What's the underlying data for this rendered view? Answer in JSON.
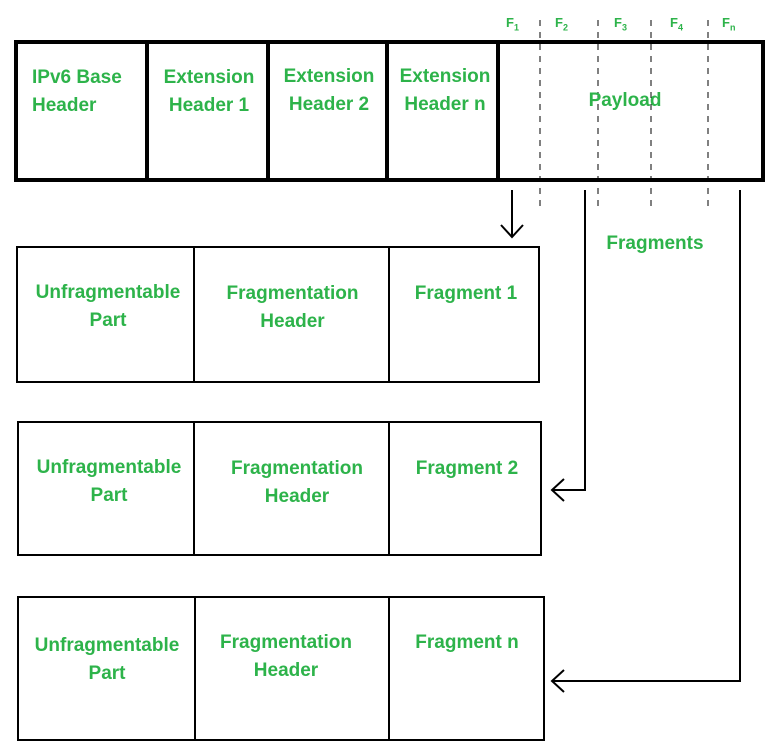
{
  "packet": {
    "fields": [
      {
        "line1": "IPv6 Base",
        "line2": "Header"
      },
      {
        "line1": "Extension",
        "line2": "Header 1"
      },
      {
        "line1": "Extension",
        "line2": "Header 2"
      },
      {
        "line1": "Extension",
        "line2": "Header n"
      }
    ],
    "payload": "Payload"
  },
  "fragment_markers": [
    {
      "letter": "F",
      "sub": "1"
    },
    {
      "letter": "F",
      "sub": "2"
    },
    {
      "letter": "F",
      "sub": "3"
    },
    {
      "letter": "F",
      "sub": "4"
    },
    {
      "letter": "F",
      "sub": "n"
    }
  ],
  "fragments_label": "Fragments",
  "fragments": [
    {
      "unfrag_line1": "Unfragmentable",
      "unfrag_line2": "Part",
      "header_line1": "Fragmentation",
      "header_line2": "Header",
      "name": "Fragment 1"
    },
    {
      "unfrag_line1": "Unfragmentable",
      "unfrag_line2": "Part",
      "header_line1": "Fragmentation",
      "header_line2": "Header",
      "name": "Fragment 2"
    },
    {
      "unfrag_line1": "Unfragmentable",
      "unfrag_line2": "Part",
      "header_line1": "Fragmentation",
      "header_line2": "Header",
      "name": "Fragment n"
    }
  ],
  "colors": {
    "text": "#2db34a",
    "stroke": "#000000"
  }
}
